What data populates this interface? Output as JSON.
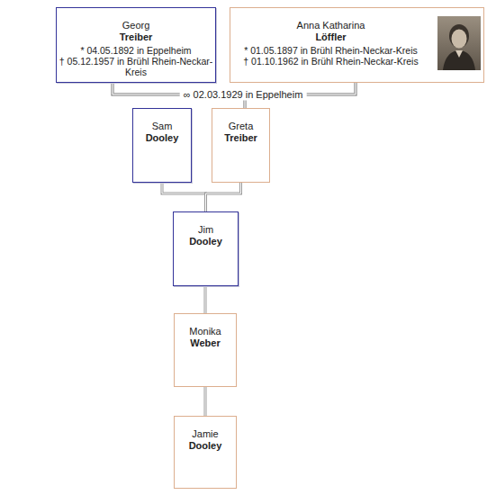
{
  "diagram": {
    "nodes": [
      {
        "text": [
          "Georg",
          "Treiber",
          "* 04.05.1892 in Eppelheim",
          "† 05.12.1957 in Brühl Rhein-Neckar-Kreis"
        ]
      },
      {
        "text": [
          "Anna Katharina",
          "Löffler",
          "* 01.05.1897 in Brühl Rhein-Neckar-Kreis",
          "† 01.10.1962 in Brühl Rhein-Neckar-Kreis"
        ]
      },
      {
        "text": [
          "Sam",
          "Dooley"
        ]
      },
      {
        "text": [
          "Greta",
          "Treiber"
        ]
      },
      {
        "text": [
          "Jim",
          "Dooley"
        ]
      },
      {
        "text": [
          "Monika",
          "Weber"
        ]
      },
      {
        "text": [
          "Jamie",
          "Dooley"
        ]
      }
    ],
    "edges": [
      {
        "from": 0,
        "to": 1,
        "arrow": "none",
        "label": "∞ 02.03.1929 in Eppelheim"
      },
      {
        "from": 0,
        "to": 3,
        "arrow": "none"
      },
      {
        "from": 1,
        "to": 3,
        "arrow": "none"
      },
      {
        "from": 2,
        "to": 4,
        "arrow": "none"
      },
      {
        "from": 3,
        "to": 4,
        "arrow": "none"
      },
      {
        "from": 4,
        "to": 5,
        "arrow": "none"
      },
      {
        "from": 5,
        "to": 6,
        "arrow": "none"
      }
    ]
  }
}
